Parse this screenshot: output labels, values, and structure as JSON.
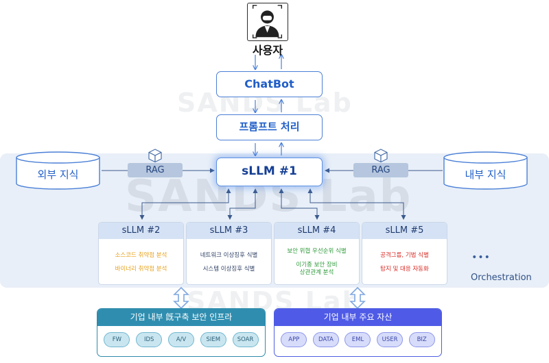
{
  "user": {
    "label": "사용자",
    "icon": "user-profile-icon"
  },
  "chatbot": {
    "label": "ChatBot"
  },
  "prompt": {
    "label": "프롬프트 처리"
  },
  "sllm_main": {
    "label": "sLLM #1"
  },
  "knowledge": {
    "external": "외부 지식",
    "internal": "내부 지식"
  },
  "rag": {
    "left": "RAG",
    "right": "RAG",
    "icon": "cube-icon"
  },
  "sub_llms": [
    {
      "title": "sLLM #2",
      "items": [
        {
          "text": "소스코드 취약점 분석",
          "color": "#e8a019"
        },
        {
          "text": "바이너리 취약점 분석",
          "color": "#e8a019"
        }
      ]
    },
    {
      "title": "sLLM #3",
      "items": [
        {
          "text": "네트워크 이상징후 식별",
          "color": "#2c3e63"
        },
        {
          "text": "시스템 이상징후 식별",
          "color": "#2c3e63"
        }
      ]
    },
    {
      "title": "sLLM #4",
      "items": [
        {
          "text": "보안 위협 우선순위 식별",
          "color": "#2e9a3a"
        },
        {
          "text": "이기종 보안 장비\n상관관계 분석",
          "color": "#2e9a3a"
        }
      ]
    },
    {
      "title": "sLLM #5",
      "items": [
        {
          "text": "공격그룹, 기법 식별",
          "color": "#d8261f"
        },
        {
          "text": "탐지 및 대응 자동화",
          "color": "#d8261f"
        }
      ]
    }
  ],
  "orchestration": {
    "dots": "•••",
    "label": "Orchestration"
  },
  "infra_security": {
    "title": "기업 내부 旣구축 보안 인프라",
    "items": [
      "FW",
      "IDS",
      "A/V",
      "SIEM",
      "SOAR"
    ]
  },
  "infra_assets": {
    "title": "기업 내부 주요 자산",
    "items": [
      "APP",
      "DATA",
      "EML",
      "USER",
      "BIZ"
    ]
  },
  "watermark": {
    "brand": "SANDS Lab"
  },
  "colors": {
    "primary_blue": "#1f5ec8",
    "band": "#e8eff8",
    "security_teal": "#2f8eb0",
    "assets_indigo": "#4f5be6"
  }
}
